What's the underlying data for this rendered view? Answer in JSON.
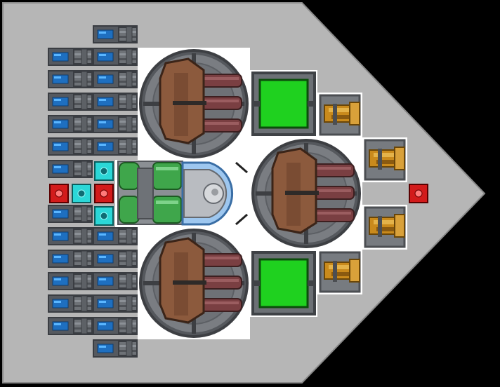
{
  "game": {
    "view": "ship-builder",
    "hull_color": "#b6b6b6",
    "background_color": "#000000"
  },
  "palette": {
    "cell_blue": "#1e6fc0",
    "cell_blue_light": "#5ab6ff",
    "pipe_gray": "#6e7277",
    "gyro_cyan": "#2bd7d7",
    "core_red": "#d21b1b",
    "reactor_green": "#3fa64b",
    "cannon_brown": "#8c5a3d",
    "barrel_maroon": "#7a3f42",
    "dish_gray": "#7a7d82",
    "screen_green": "#1fd11f",
    "thruster_gold": "#c98a1c",
    "shield_blue": "#9ec7ef"
  },
  "parts": {
    "cannon_turrets": [
      {
        "id": "top"
      },
      {
        "id": "middle"
      },
      {
        "id": "bottom"
      }
    ],
    "engines": [
      {
        "id": "top"
      },
      {
        "id": "middle-upper"
      },
      {
        "id": "middle-lower"
      },
      {
        "id": "bottom"
      }
    ],
    "screens": [
      {
        "id": "top"
      },
      {
        "id": "bottom"
      }
    ],
    "cores": [
      {
        "id": "left"
      },
      {
        "id": "center"
      },
      {
        "id": "nose"
      }
    ],
    "gyros": [
      {
        "id": "top"
      },
      {
        "id": "center"
      },
      {
        "id": "bottom"
      }
    ],
    "icons": {
      "cannon": "cannon-turret-icon",
      "engine": "thruster-icon",
      "screen": "monitor-icon",
      "core": "core-icon",
      "gyro": "gyro-icon",
      "battery": "battery-cell-icon",
      "reactor": "reactor-icon",
      "shield": "shield-dome-icon"
    }
  }
}
